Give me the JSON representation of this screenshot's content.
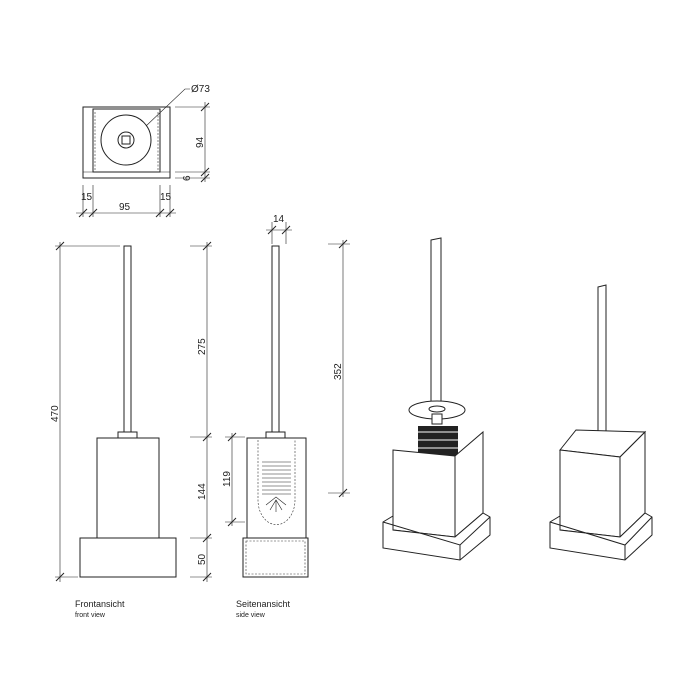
{
  "dimensions": {
    "diameter": "Ø73",
    "top_depth": "94",
    "top_base": "6",
    "top_side_left": "15",
    "top_width": "95",
    "top_side_right": "15",
    "rod_width": "14",
    "total_height": "470",
    "rod_height": "275",
    "body_height": "144",
    "base_height": "50",
    "brush_height": "119",
    "brush_total": "352"
  },
  "labels": {
    "front_title": "Frontansicht",
    "front_sub": "front view",
    "side_title": "Seitenansicht",
    "side_sub": "side view"
  }
}
